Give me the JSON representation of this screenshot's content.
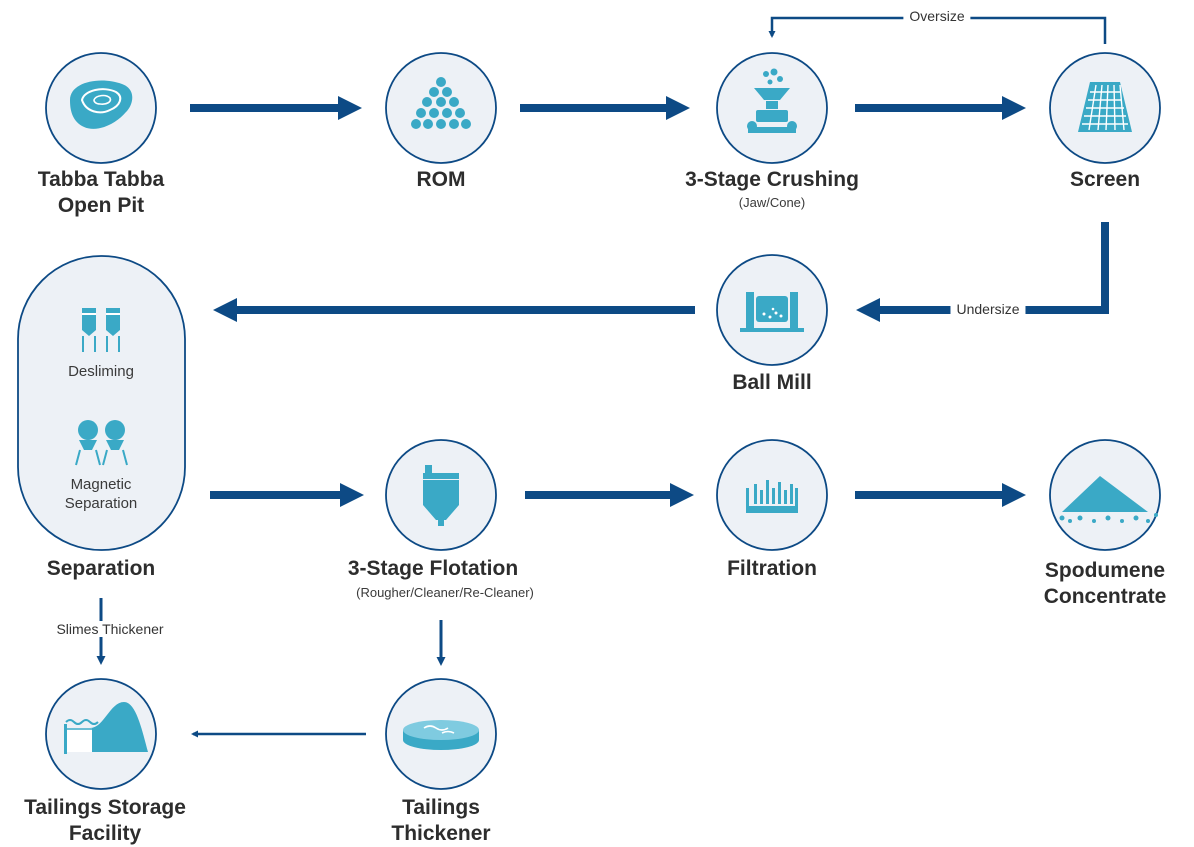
{
  "colors": {
    "arrow": "#0d4a85",
    "icon": "#3aa9c6",
    "node_fill": "#edf1f6",
    "node_stroke": "#0d4a85"
  },
  "nodes": {
    "pit": {
      "label_1": "Tabba Tabba",
      "label_2": "Open Pit",
      "icon": "open-pit-icon"
    },
    "rom": {
      "label": "ROM",
      "icon": "rock-pile-icon"
    },
    "crushing": {
      "label": "3-Stage Crushing",
      "sub": "(Jaw/Cone)",
      "icon": "crusher-icon"
    },
    "screen": {
      "label": "Screen",
      "icon": "screen-icon"
    },
    "ball_mill": {
      "label": "Ball Mill",
      "icon": "ball-mill-icon"
    },
    "separation": {
      "label": "Separation",
      "desliming": "Desliming",
      "magnetic_1": "Magnetic",
      "magnetic_2": "Separation"
    },
    "flotation": {
      "label": "3-Stage Flotation",
      "sub": "(Rougher/Cleaner/Re-Cleaner)",
      "icon": "flotation-tank-icon"
    },
    "filtration": {
      "label": "Filtration",
      "icon": "filter-icon"
    },
    "concentrate": {
      "label_1": "Spodumene",
      "label_2": "Concentrate",
      "icon": "powder-pile-icon"
    },
    "tsf": {
      "label_1": "Tailings Storage",
      "label_2": "Facility",
      "icon": "dam-icon"
    },
    "thickener": {
      "label_1": "Tailings",
      "label_2": "Thickener",
      "icon": "thickener-icon"
    }
  },
  "flows": {
    "oversize": "Oversize",
    "undersize": "Undersize",
    "slimes": "Slimes Thickener"
  }
}
